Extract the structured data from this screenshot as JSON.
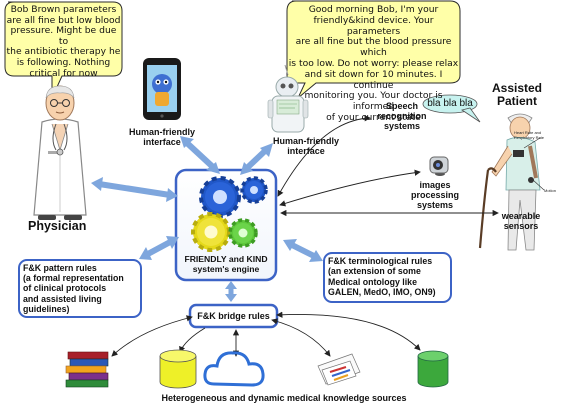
{
  "physician": {
    "speech": [
      "Bob Brown parameters",
      "are all fine but low blood",
      "pressure. Might be due to",
      "the antibiotic therapy he",
      "is following. Nothing",
      "critical for now"
    ],
    "label": "Physician"
  },
  "device_speech": [
    "Good morning Bob,  I'm your",
    "friendly&kind device. Your parameters",
    "are all fine but the blood pressure which",
    "is too low. Do not worry: please relax",
    "and sit down for 10 minutes. I continue",
    "monitoring you. Your doctor is informed",
    "of your current state"
  ],
  "interfaces": {
    "tablet_label": [
      "Human-friendly",
      "interface"
    ],
    "robot_label": [
      "Human-friendly",
      "interface"
    ]
  },
  "engine": {
    "label": [
      "FRIENDLY and KIND",
      "system's engine"
    ]
  },
  "patient": {
    "label": [
      "Assisted",
      "Patient"
    ],
    "speech": "bla bla bla",
    "device_tags": [
      "Heart Rate and",
      "Respiratory Rate",
      "Motion"
    ]
  },
  "services": {
    "speech": [
      "Speech",
      "recognition",
      "systems"
    ],
    "images": [
      "images",
      "processing",
      "systems"
    ],
    "sensors": [
      "wearable",
      "sensors"
    ]
  },
  "pattern_rules": [
    "F&K pattern rules",
    "(a formal representation",
    "of clinical protocols",
    "and assisted  living",
    "guidelines)"
  ],
  "terminological_rules": [
    "F&K terminological rules",
    "(an extension of some",
    "Medical ontology like",
    "GALEN, MedO, IMO, ON9)"
  ],
  "bridge_rules": "F&K bridge rules",
  "footer": "Heterogeneous and dynamic medical knowledge sources",
  "colors": {
    "accent": "#3c63c6",
    "arrow": "#7ea6dd",
    "gear_blue": "#2057c8",
    "gear_yellow": "#e5d91a",
    "gear_green": "#5ec83c",
    "bubble": "#ffffa8",
    "db_yellow": "#eef028",
    "db_green": "#3ca83c",
    "cloud": "#2f6fd6"
  }
}
